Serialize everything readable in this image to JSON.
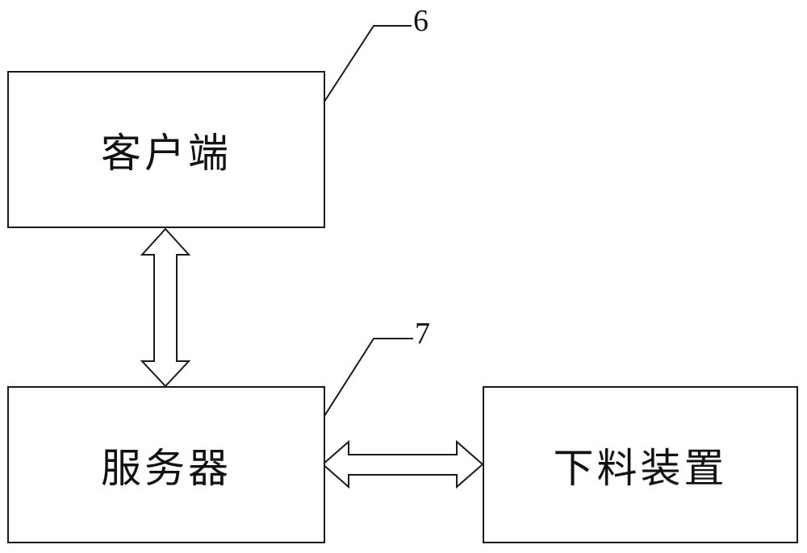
{
  "nodes": {
    "client": {
      "label": "客户端",
      "ref": "6"
    },
    "server": {
      "label": "服务器",
      "ref": "7"
    },
    "unloader": {
      "label": "下料装置"
    }
  },
  "colors": {
    "stroke": "#1a1a1a",
    "background": "#ffffff"
  }
}
